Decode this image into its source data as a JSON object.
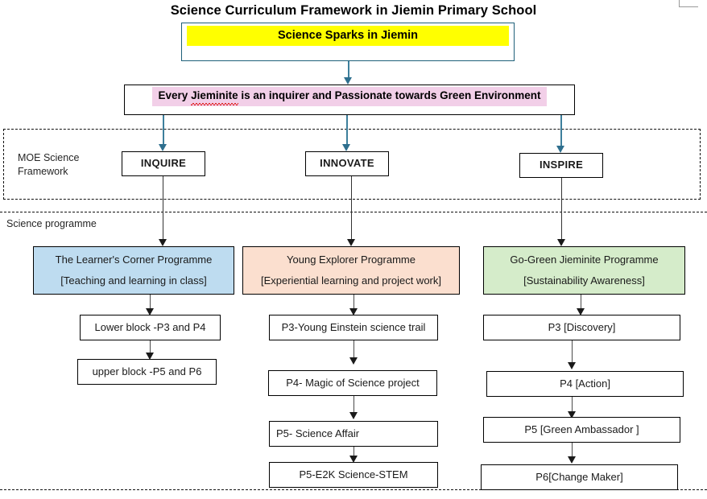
{
  "page": {
    "title": "Science Curriculum Framework in Jiemin Primary School"
  },
  "banner": {
    "text": "Science Sparks in Jiemin",
    "highlight_color": "#ffff00",
    "border_color": "#1f6079"
  },
  "vision": {
    "prefix": "Every ",
    "misspelled_word": "Jieminite",
    "suffix": " is an inquirer and Passionate towards Green Environment",
    "full_text": "Every Jieminite is an inquirer and Passionate towards Green Environment",
    "highlight_color": "#f2cfe8"
  },
  "regions": {
    "moe_label": "MOE Science Framework",
    "moe_label_line1": "MOE Science",
    "moe_label_line2": "Framework",
    "programme_label": "Science programme"
  },
  "pillars": [
    {
      "label": "INQUIRE"
    },
    {
      "label": "INNOVATE"
    },
    {
      "label": "INSPIRE"
    }
  ],
  "columns": [
    {
      "programme": {
        "line1": "The Learner's Corner Programme",
        "line2": "[Teaching and learning in class]",
        "color": "#bedcf0"
      },
      "steps": [
        {
          "label": "Lower block -P3 and P4"
        },
        {
          "label": "upper block -P5 and P6"
        }
      ]
    },
    {
      "programme": {
        "line1": "Young Explorer Programme",
        "line2": "[Experiential learning and project work]",
        "color": "#fbdfcf"
      },
      "steps": [
        {
          "label": "P3-Young Einstein  science trail"
        },
        {
          "label": "P4- Magic of Science project"
        },
        {
          "label": "P5- Science Affair"
        },
        {
          "label": "P5-E2K Science-STEM"
        }
      ]
    },
    {
      "programme": {
        "line1": "Go-Green Jieminite Programme",
        "line2": "[Sustainability Awareness]",
        "color": "#d5ecca"
      },
      "steps": [
        {
          "label": "P3 [Discovery]"
        },
        {
          "label": "P4 [Action]"
        },
        {
          "label": "P5 [Green Ambassador ]"
        },
        {
          "label": "P6[Change Maker]"
        }
      ]
    }
  ]
}
